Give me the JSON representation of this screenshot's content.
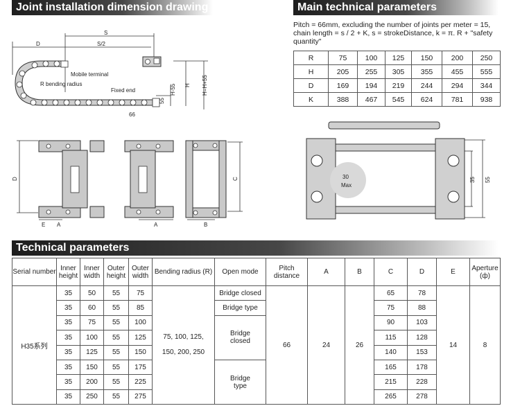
{
  "banners": {
    "joint": "Joint installation dimension drawing",
    "main": "Main technical parameters",
    "tech": "Technical parameters"
  },
  "pitch_note": "Pitch = 66mm, excluding the number of joints per meter = 15, chain length = s / 2 + K, s = strokeDistance, k = π. R + \"safety quantity\"",
  "param_table": {
    "rows": [
      {
        "label": "R",
        "values": [
          "75",
          "100",
          "125",
          "150",
          "200",
          "250"
        ]
      },
      {
        "label": "H",
        "values": [
          "205",
          "255",
          "305",
          "355",
          "455",
          "555"
        ]
      },
      {
        "label": "D",
        "values": [
          "169",
          "194",
          "219",
          "244",
          "294",
          "344"
        ]
      },
      {
        "label": "K",
        "values": [
          "388",
          "467",
          "545",
          "624",
          "781",
          "938"
        ]
      }
    ]
  },
  "drawing1": {
    "S": "S",
    "S2": "S/2",
    "D": "D",
    "H": "H",
    "H55": "H-55",
    "HHH": "H=H+55",
    "mobile": "Mobile terminal",
    "bending": "R bending radius",
    "fixed": "Fixed end",
    "dim55": "55",
    "dim66": "66"
  },
  "drawing2": {
    "D": "D",
    "E": "E",
    "A1": "A",
    "A2": "A",
    "C": "C",
    "B": "B"
  },
  "drawing3": {
    "max_num": "30",
    "max_txt": "Max",
    "d35": "35",
    "d55": "55"
  },
  "tech": {
    "headers": {
      "serial": "Serial number",
      "inner_h": "Inner height",
      "inner_w": "Inner width",
      "outer_h": "Outer height",
      "outer_w": "Outer width",
      "bending": "Bending radius (R)",
      "open": "Open mode",
      "pitch": "Pitch distance",
      "A": "A",
      "B": "B",
      "C": "C",
      "D": "D",
      "E": "E",
      "aperture": "Aperture",
      "aperture_sym": "(ф)"
    },
    "serial": "H35系列",
    "bending_values": "75, 100, 125, 150, 200, 250",
    "pitch": "66",
    "A": "24",
    "B": "26",
    "E": "14",
    "aperture": "8",
    "open_modes": [
      "Bridge closed",
      "Bridge type",
      "Bridge closed",
      "Bridge type"
    ],
    "rows": [
      {
        "ih": "35",
        "iw": "50",
        "oh": "55",
        "ow": "75",
        "c": "65",
        "d": "78"
      },
      {
        "ih": "35",
        "iw": "60",
        "oh": "55",
        "ow": "85",
        "c": "75",
        "d": "88"
      },
      {
        "ih": "35",
        "iw": "75",
        "oh": "55",
        "ow": "100",
        "c": "90",
        "d": "103"
      },
      {
        "ih": "35",
        "iw": "100",
        "oh": "55",
        "ow": "125",
        "c": "115",
        "d": "128"
      },
      {
        "ih": "35",
        "iw": "125",
        "oh": "55",
        "ow": "150",
        "c": "140",
        "d": "153"
      },
      {
        "ih": "35",
        "iw": "150",
        "oh": "55",
        "ow": "175",
        "c": "165",
        "d": "178"
      },
      {
        "ih": "35",
        "iw": "200",
        "oh": "55",
        "ow": "225",
        "c": "215",
        "d": "228"
      },
      {
        "ih": "35",
        "iw": "250",
        "oh": "55",
        "ow": "275",
        "c": "265",
        "d": "278"
      }
    ]
  }
}
